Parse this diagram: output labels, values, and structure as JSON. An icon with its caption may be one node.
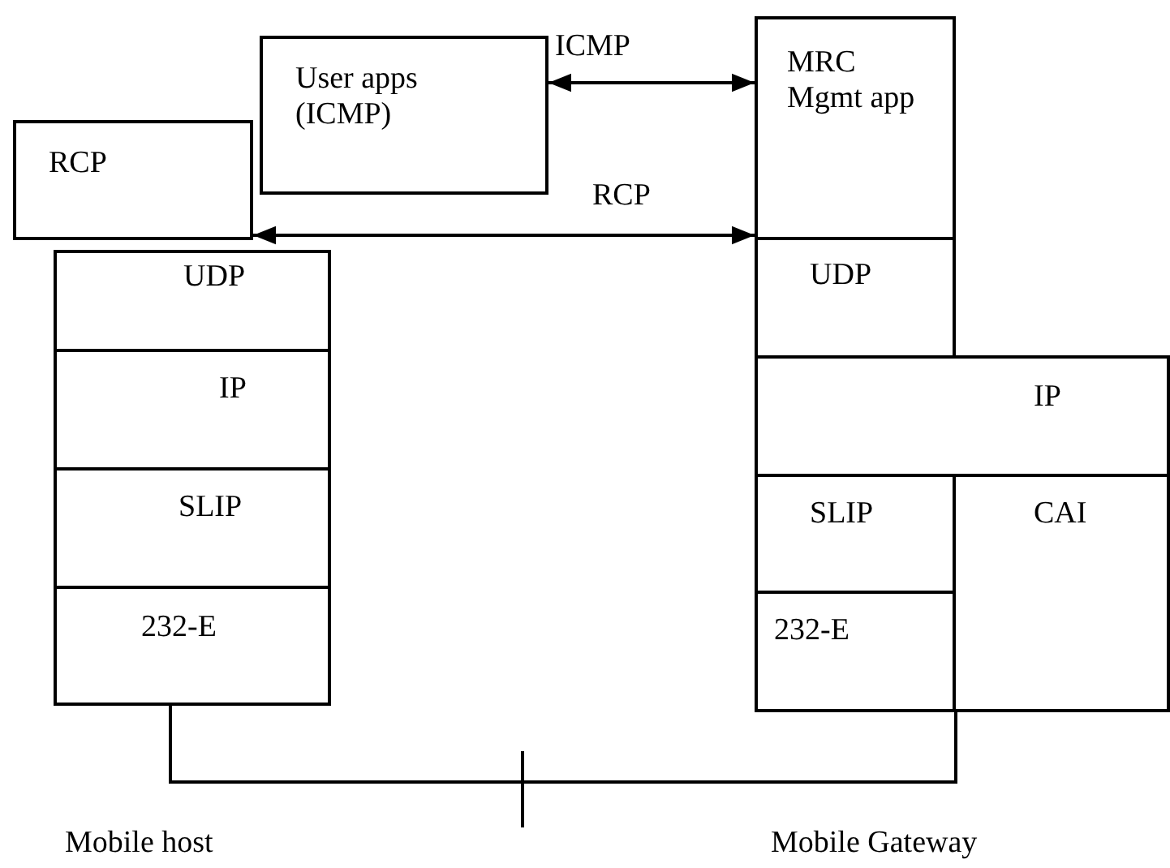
{
  "diagram": {
    "nodes": [
      {
        "text": [
          "User apps (ICMP)"
        ]
      },
      {
        "text": [
          "RCP"
        ]
      },
      {
        "text": [
          "UDP"
        ]
      },
      {
        "text": [
          "IP"
        ]
      },
      {
        "text": [
          "SLIP"
        ]
      },
      {
        "text": [
          "232-E"
        ]
      },
      {
        "text": [
          "MRC Mgmt app"
        ]
      },
      {
        "text": [
          "UDP"
        ]
      },
      {
        "text": [
          "IP"
        ]
      },
      {
        "text": [
          "SLIP"
        ]
      },
      {
        "text": [
          "CAI"
        ]
      },
      {
        "text": [
          "232-E"
        ]
      }
    ],
    "edges": [
      {
        "from": 0,
        "to": 6,
        "arrow": "both",
        "label": "ICMP"
      },
      {
        "from": 1,
        "to": 6,
        "arrow": "both",
        "label": "RCP"
      },
      {
        "from": 5,
        "to": 11,
        "arrow": "none"
      }
    ],
    "labels": [
      "Mobile host",
      "Mobile Gateway"
    ]
  }
}
